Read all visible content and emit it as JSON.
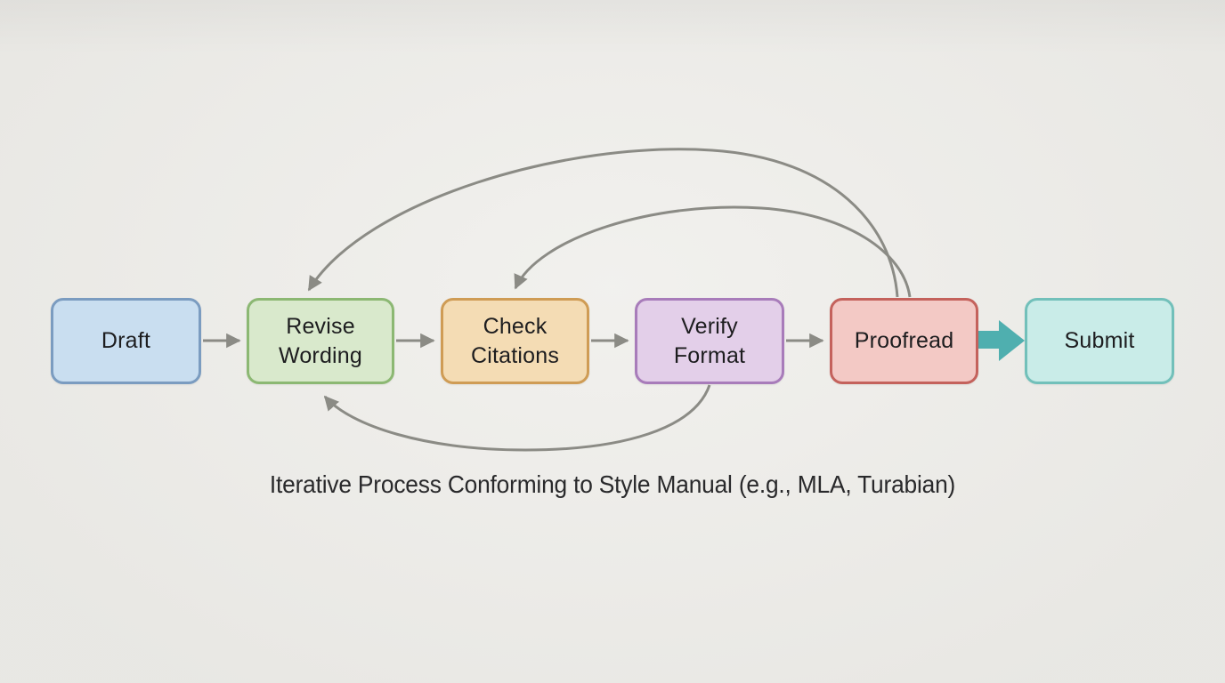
{
  "diagram": {
    "caption": "Iterative Process Conforming to Style Manual (e.g., MLA, Turabian)",
    "nodes": [
      {
        "id": "draft",
        "label": "Draft",
        "fill": "#c9def0",
        "border": "#7b9cc0"
      },
      {
        "id": "revise-wording",
        "label": "Revise Wording",
        "fill": "#d9e9cc",
        "border": "#8cb873"
      },
      {
        "id": "check-citations",
        "label": "Check Citations",
        "fill": "#f4dcb4",
        "border": "#cf9c55"
      },
      {
        "id": "verify-format",
        "label": "Verify Format",
        "fill": "#e3cfe9",
        "border": "#a87cba"
      },
      {
        "id": "proofread",
        "label": "Proofread",
        "fill": "#f3c9c5",
        "border": "#c4625c"
      },
      {
        "id": "submit",
        "label": "Submit",
        "fill": "#c9ece8",
        "border": "#72c0ba"
      }
    ],
    "edges": [
      {
        "from": "draft",
        "to": "revise-wording",
        "type": "straight-arrow"
      },
      {
        "from": "revise-wording",
        "to": "check-citations",
        "type": "straight-arrow"
      },
      {
        "from": "check-citations",
        "to": "verify-format",
        "type": "straight-arrow"
      },
      {
        "from": "verify-format",
        "to": "proofread",
        "type": "straight-arrow"
      },
      {
        "from": "proofread",
        "to": "submit",
        "type": "block-arrow-highlight"
      },
      {
        "from": "proofread",
        "to": "revise-wording",
        "type": "feedback-arc-top"
      },
      {
        "from": "proofread",
        "to": "check-citations",
        "type": "feedback-arc-top"
      },
      {
        "from": "verify-format",
        "to": "revise-wording",
        "type": "feedback-arc-bottom"
      }
    ],
    "colors": {
      "background": "#edece8",
      "arrow_gray": "#8b8b85",
      "arrow_highlight_teal": "#4fafaf",
      "text": "#1d1d1f"
    }
  }
}
